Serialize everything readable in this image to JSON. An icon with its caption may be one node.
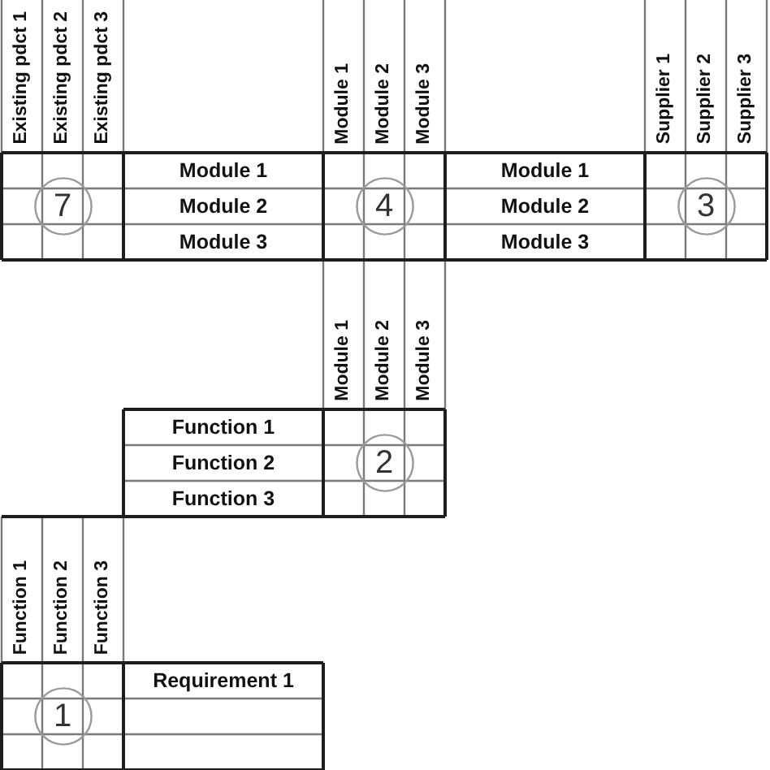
{
  "diagram": {
    "nodes": [
      {
        "text": [
          "Existing pdct 1"
        ]
      },
      {
        "text": [
          "Existing pdct 2"
        ]
      },
      {
        "text": [
          "Existing pdct 3"
        ]
      },
      {
        "text": [
          "Module 1"
        ]
      },
      {
        "text": [
          "Module 2"
        ]
      },
      {
        "text": [
          "Module 3"
        ]
      },
      {
        "text": [
          "Supplier 1"
        ]
      },
      {
        "text": [
          "Supplier 2"
        ]
      },
      {
        "text": [
          "Supplier 3"
        ]
      },
      {
        "text": [
          "7"
        ]
      },
      {
        "text": [
          "Module 1"
        ]
      },
      {
        "text": [
          "Module 2"
        ]
      },
      {
        "text": [
          "Module 3"
        ]
      },
      {
        "text": [
          "4"
        ]
      },
      {
        "text": [
          "Module 1"
        ]
      },
      {
        "text": [
          "Module 2"
        ]
      },
      {
        "text": [
          "Module 3"
        ]
      },
      {
        "text": [
          "3"
        ]
      },
      {
        "text": [
          "Module 1"
        ]
      },
      {
        "text": [
          "Module 2"
        ]
      },
      {
        "text": [
          "Module 3"
        ]
      },
      {
        "text": [
          "Function 1"
        ]
      },
      {
        "text": [
          "Function 2"
        ]
      },
      {
        "text": [
          "Function 3"
        ]
      },
      {
        "text": [
          "2"
        ]
      },
      {
        "text": [
          "Function 1"
        ]
      },
      {
        "text": [
          "Function 2"
        ]
      },
      {
        "text": [
          "Function 3"
        ]
      },
      {
        "text": [
          "Requirement 1"
        ]
      },
      {
        "text": [
          "1"
        ]
      }
    ]
  }
}
